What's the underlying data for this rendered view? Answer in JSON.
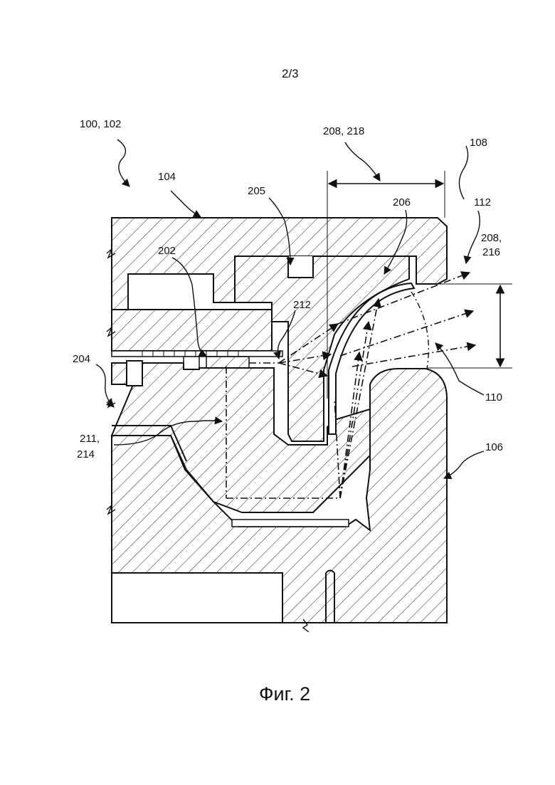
{
  "page_number": "2/3",
  "figure_caption": "Фиг. 2",
  "reference_labels": {
    "label_100_102": "100, 102",
    "label_104": "104",
    "label_208_218": "208, 218",
    "label_108": "108",
    "label_205": "205",
    "label_206": "206",
    "label_112": "112",
    "label_208_216_line1": "208,",
    "label_208_216_line2": "216",
    "label_202": "202",
    "label_212": "212",
    "label_204": "204",
    "label_110": "110",
    "label_211_214_line1": "211,",
    "label_211_214_line2": "214",
    "label_106": "106"
  },
  "colors": {
    "ink": "#111111",
    "paper": "#ffffff"
  }
}
